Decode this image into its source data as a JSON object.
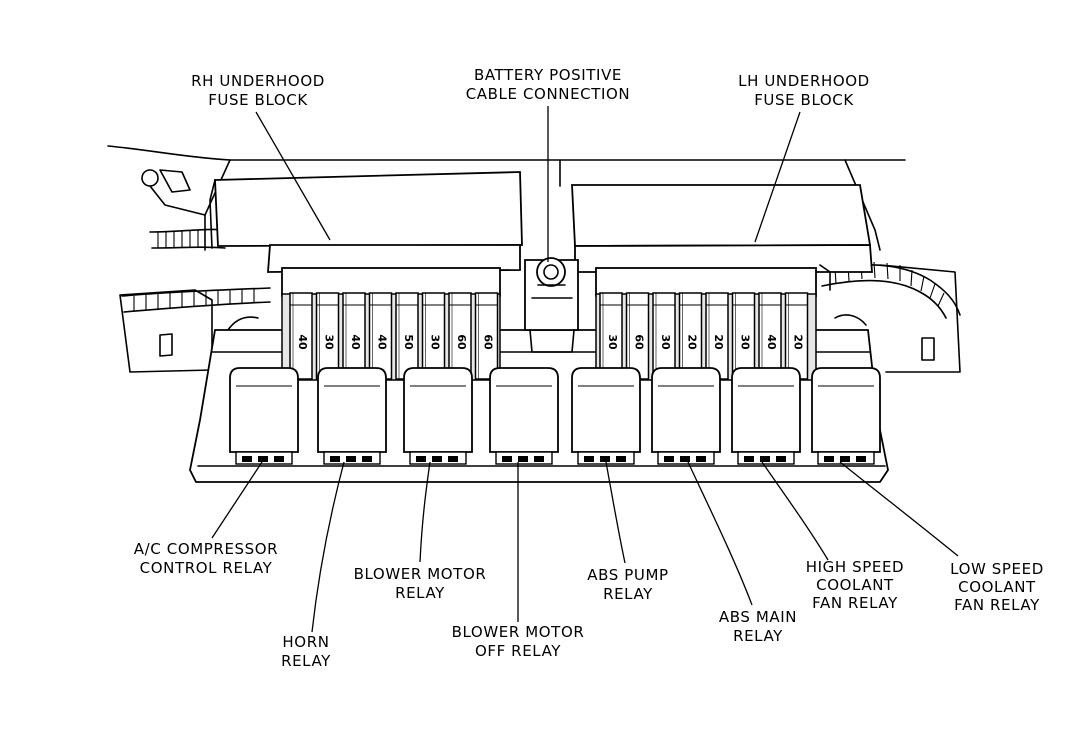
{
  "labels": {
    "rh_fuse_block": [
      "RH UNDERHOOD",
      "FUSE BLOCK"
    ],
    "battery_positive": [
      "BATTERY POSITIVE",
      "CABLE CONNECTION"
    ],
    "lh_fuse_block": [
      "LH UNDERHOOD",
      "FUSE BLOCK"
    ],
    "ac_compressor_relay": [
      "A/C COMPRESSOR",
      "CONTROL RELAY"
    ],
    "horn_relay": [
      "HORN",
      "RELAY"
    ],
    "blower_motor_relay": [
      "BLOWER MOTOR",
      "RELAY"
    ],
    "blower_motor_off_relay": [
      "BLOWER MOTOR",
      "OFF RELAY"
    ],
    "abs_pump_relay": [
      "ABS PUMP",
      "RELAY"
    ],
    "abs_main_relay": [
      "ABS MAIN",
      "RELAY"
    ],
    "high_speed_fan_relay": [
      "HIGH SPEED",
      "COOLANT",
      "FAN RELAY"
    ],
    "low_speed_fan_relay": [
      "LOW SPEED",
      "COOLANT",
      "FAN RELAY"
    ]
  },
  "fuses": {
    "rh": [
      "40",
      "30",
      "40",
      "40",
      "50",
      "30",
      "60",
      "60"
    ],
    "lh": [
      "30",
      "60",
      "30",
      "20",
      "20",
      "30",
      "40",
      "20"
    ]
  }
}
